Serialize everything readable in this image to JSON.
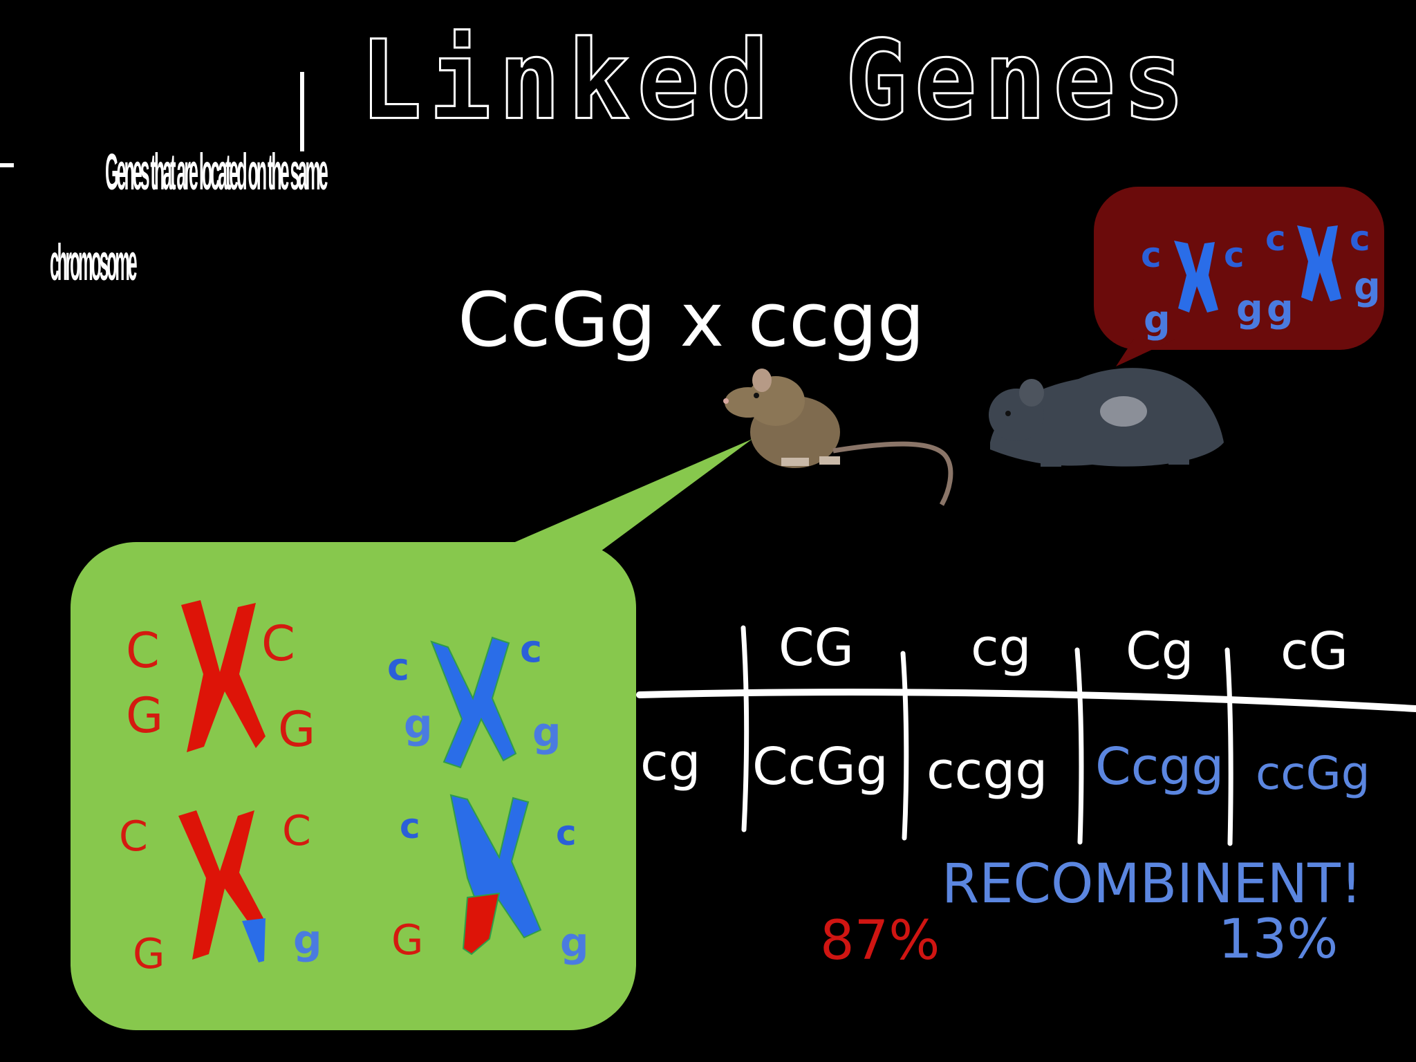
{
  "title": "Linked Genes",
  "subtitle": {
    "line1": "Genes that are located on the same",
    "line2": "chromosome"
  },
  "cross_label": "CcGg x ccgg",
  "colors": {
    "background": "#000000",
    "heterozygote_bubble": "#87c84d",
    "homozygote_bubble": "#6b0b0b",
    "parental_red": "#dd1408",
    "recessive_blue": "#2a6de8",
    "recombinant_text": "#5b86e0"
  },
  "heterozygote_bubble": {
    "top_left": {
      "upper_left": "C",
      "upper_right": "C",
      "lower_left": "G",
      "lower_right": "G"
    },
    "top_right": {
      "upper_left": "c",
      "upper_right": "c",
      "lower_left": "g",
      "lower_right": "g"
    },
    "bottom_left": {
      "upper_left": "C",
      "upper_right": "C",
      "lower_left": "G",
      "lower_right": "g"
    },
    "bottom_right": {
      "upper_left": "c",
      "upper_right": "c",
      "lower_left": "G",
      "lower_right": "g"
    }
  },
  "homozygote_bubble": {
    "chrom1": {
      "upper_left": "c",
      "upper_right": "c",
      "lower_left": "g",
      "lower_right": "g"
    },
    "chrom2": {
      "upper_left": "c",
      "upper_right": "c",
      "lower_left": "g",
      "lower_right": "g"
    }
  },
  "punnett": {
    "gametes": [
      "CG",
      "cg",
      "Cg",
      "cG"
    ],
    "row_gamete": "cg",
    "offspring": [
      "CcGg",
      "ccgg",
      "Ccgg",
      "ccGg"
    ],
    "recombinant_flags": [
      false,
      false,
      true,
      true
    ]
  },
  "recombinant_label": "RECOMBINENT!",
  "parental_percent": "87%",
  "recombinant_percent": "13%"
}
